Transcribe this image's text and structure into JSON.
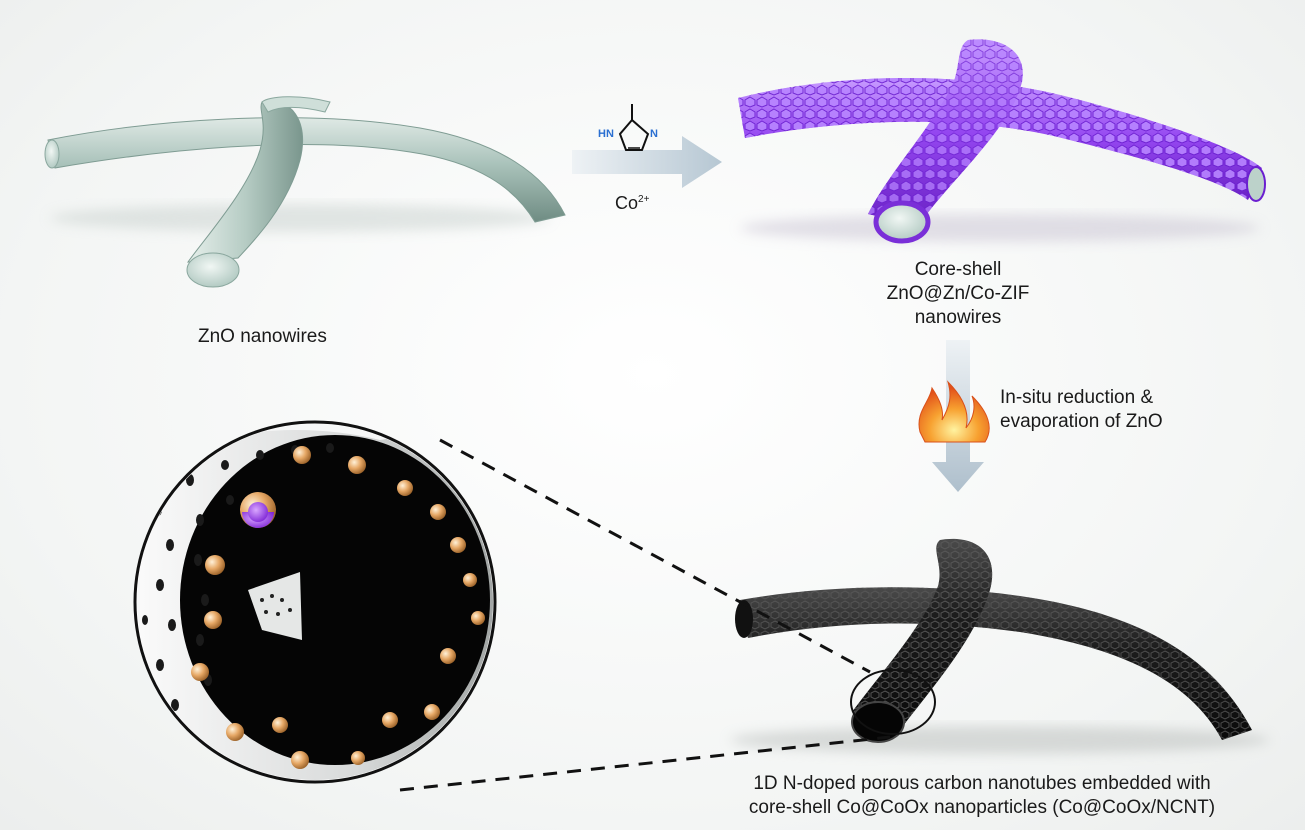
{
  "labels": {
    "zno_nanowires": "ZnO nanowires",
    "core_shell": "Core-shell ZnO@Zn/Co-ZIF nanowires",
    "in_situ": "In-situ reduction & evaporation of ZnO",
    "final_product_line1": "1D N-doped porous carbon nanotubes embedded with",
    "final_product_line2": "core-shell Co@CoOx nanoparticles (Co@CoOx/NCNT)",
    "cobalt_ion": "Co",
    "cobalt_charge": "2+",
    "molecule_hn": "HN",
    "molecule_n": "N"
  },
  "colors": {
    "zno_wire": "#b9cfc8",
    "zif_shell": "#9b4cf0",
    "carbon_tube": "#1c1c1c",
    "arrow": "#c3d2dc",
    "co_particle": "#e6a866",
    "flame": "#f07a1c"
  }
}
